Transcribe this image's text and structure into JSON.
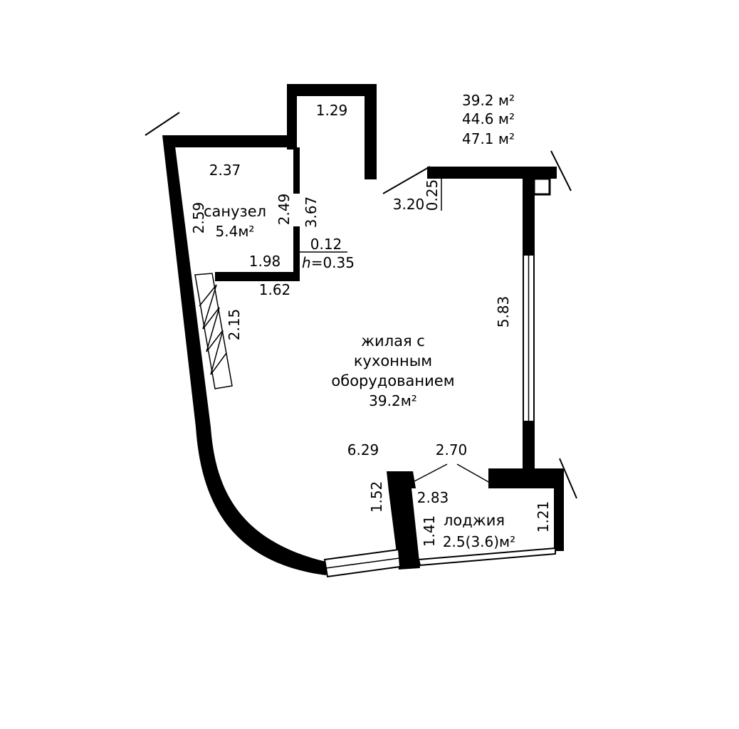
{
  "colors": {
    "wall": "#000000",
    "background": "#ffffff"
  },
  "summary_areas": [
    "39.2 м²",
    "44.6 м²",
    "47.1 м²"
  ],
  "rooms": {
    "bathroom": {
      "name": "санузел",
      "area": "5.4м²"
    },
    "living": {
      "name_lines": [
        "жилая с",
        "кухонным",
        "оборудованием"
      ],
      "area": "39.2м²"
    },
    "loggia": {
      "name": "лоджия",
      "area": "2.5(3.6)м²"
    }
  },
  "dimensions": {
    "d129": "1.29",
    "d237": "2.37",
    "d259": "2.59",
    "d249": "2.49",
    "d367": "3.67",
    "d320": "3.20",
    "d025": "0.25",
    "d012": "0.12",
    "h_value": "=0.35",
    "h_letter": "h",
    "d198": "1.98",
    "d162": "1.62",
    "d215": "2.15",
    "d583": "5.83",
    "d629": "6.29",
    "d270": "2.70",
    "d152": "1.52",
    "d283": "2.83",
    "d141": "1.41",
    "d121": "1.21"
  }
}
